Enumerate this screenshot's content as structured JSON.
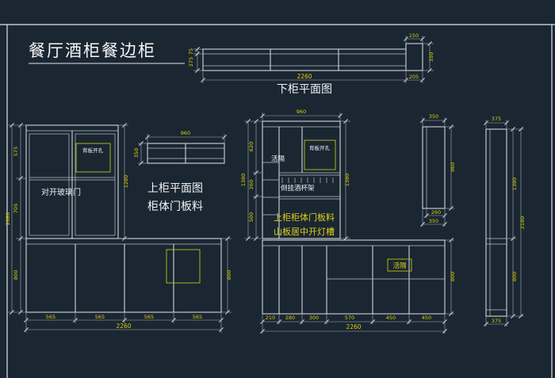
{
  "app": {
    "background": "#1a2632",
    "line_color": "#e2e6ea",
    "dim_color": "#d9d000",
    "highlight_color": "#a9b414",
    "label_color": "#f0f2f4",
    "note_color": "#ddd117"
  },
  "title": {
    "text": "餐厅酒柜餐边柜"
  },
  "top_plan": {
    "label": "下柜平面图",
    "dims": {
      "left_a": "75",
      "left_b": "275",
      "bottom_total": "2260",
      "right_ext": "205",
      "step_top": "150",
      "right_depth": "350"
    }
  },
  "left_elev": {
    "back_hole_label": "背板开孔",
    "glass_door_label": "对开玻璃门",
    "dims": {
      "upper_a": "575",
      "upper_b": "705",
      "lower_height": "800",
      "total_height": "2080",
      "upper_height_right": "1280",
      "lower_right_height": "800",
      "bottom_segments": [
        "565",
        "565",
        "565",
        "565"
      ],
      "bottom_total": "2260"
    }
  },
  "upper_plan": {
    "label_line1": "上柜平面图",
    "label_line2": "柜体门板料",
    "dims": {
      "top_width": "960",
      "depth": "350"
    }
  },
  "center_elev": {
    "shelf_label_upper": "活隔",
    "back_hole_label": "背板开孔",
    "glass_rack_label": "倒挂酒杯架",
    "note_line1": "上柜柜体门板料",
    "note_line2": "山板居中开灯槽",
    "shelf_label_lower": "活隔",
    "dims": {
      "top_width": "960",
      "left_a": "620",
      "left_b": "260",
      "left_c": "500",
      "left_total": "1380",
      "right_upper": "1380",
      "right_lower": "800",
      "bottom_segments": [
        "210",
        "280",
        "300",
        "570",
        "450",
        "450"
      ],
      "bottom_total": "2260"
    }
  },
  "side_view_1": {
    "dims": {
      "top_width": "350",
      "right_height": "960",
      "bottom_inner": "260",
      "bottom_outer": "350"
    }
  },
  "side_view_2": {
    "dims": {
      "top_width": "375",
      "right_upper": "1380",
      "right_lower": "800",
      "right_total": "2180",
      "bottom_width": "375"
    }
  }
}
